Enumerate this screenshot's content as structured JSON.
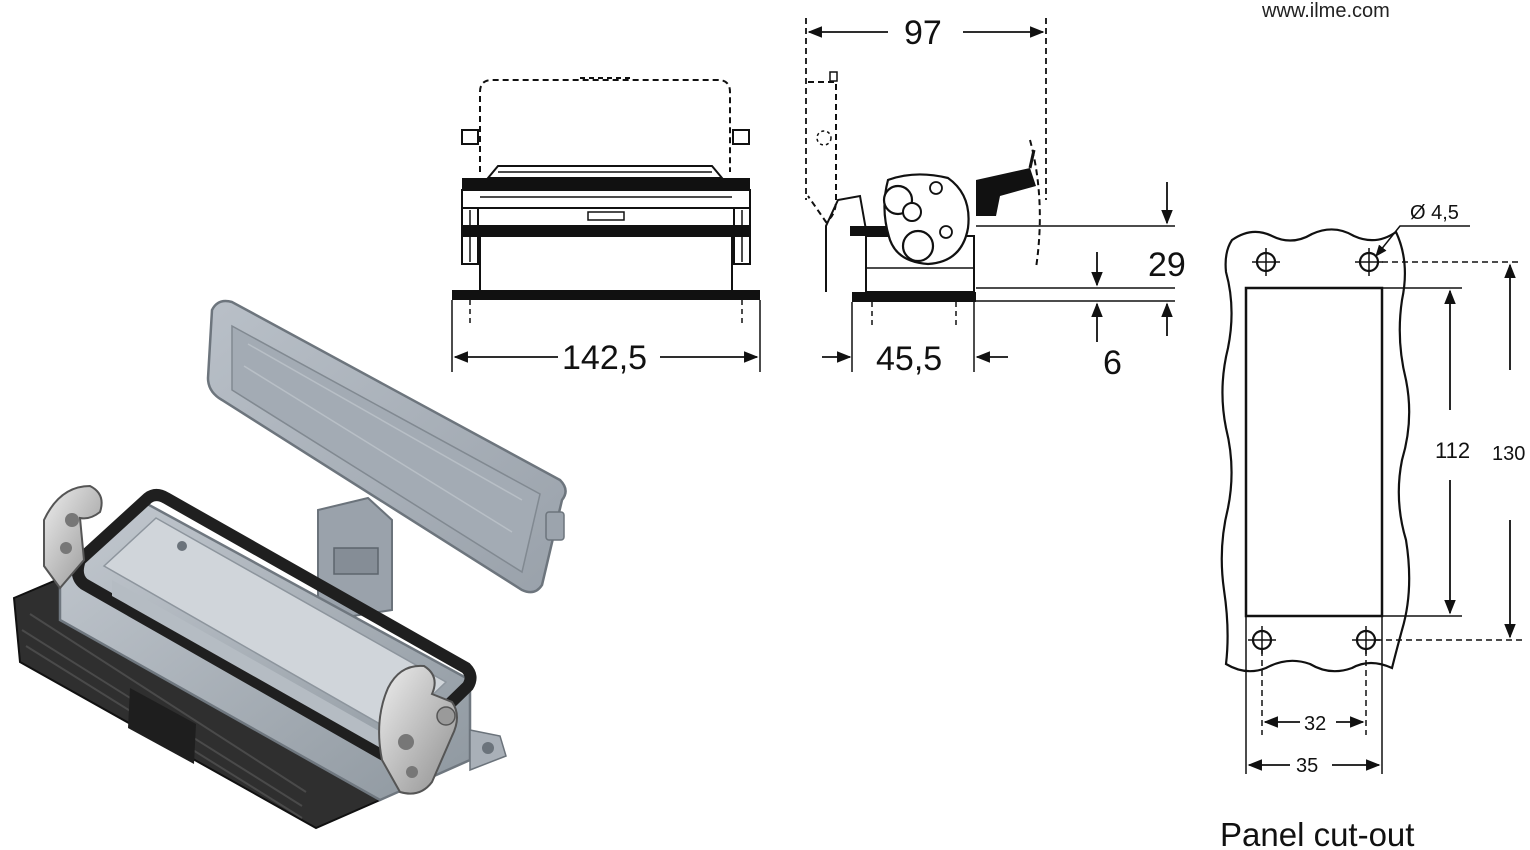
{
  "website": "www.ilme.com",
  "front_view": {
    "width_label": "142,5"
  },
  "side_view": {
    "depth_label": "97",
    "base_label": "45,5",
    "height_label": "29",
    "flange_label": "6"
  },
  "panel_cutout": {
    "caption": "Panel cut-out",
    "hole_diameter_label": "Ø 4,5",
    "opening_height_label": "112",
    "hole_pitch_vertical_label": "130",
    "hole_pitch_horizontal_label": "32",
    "opening_width_label": "35"
  },
  "product_photo": {
    "colors": {
      "housing": "#a7afb8",
      "gasket": "#2b2b2b",
      "lever": "#c9c9c9"
    }
  }
}
